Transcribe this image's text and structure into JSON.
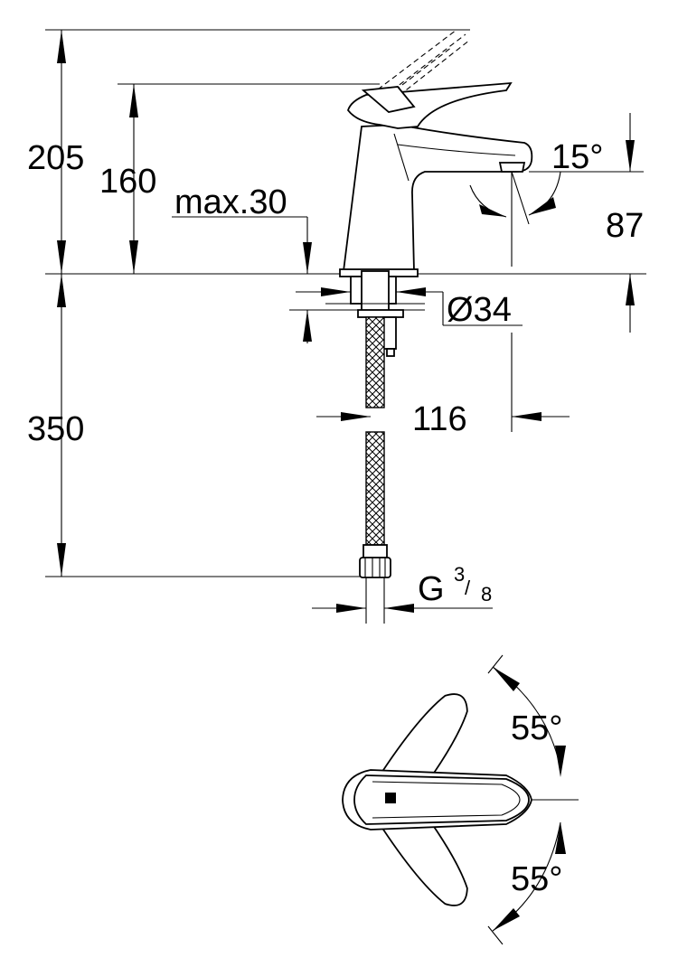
{
  "dimensions": {
    "total_height": "205",
    "spout_height": "160",
    "max_thickness": "max.30",
    "hole_diameter": "Ø34",
    "outlet_height": "87",
    "spray_angle": "15°",
    "hose_length": "350",
    "reach": "116",
    "connection": "G",
    "connection_num": "3",
    "connection_den": "8",
    "handle_angle_top": "55°",
    "handle_angle_bottom": "55°"
  }
}
